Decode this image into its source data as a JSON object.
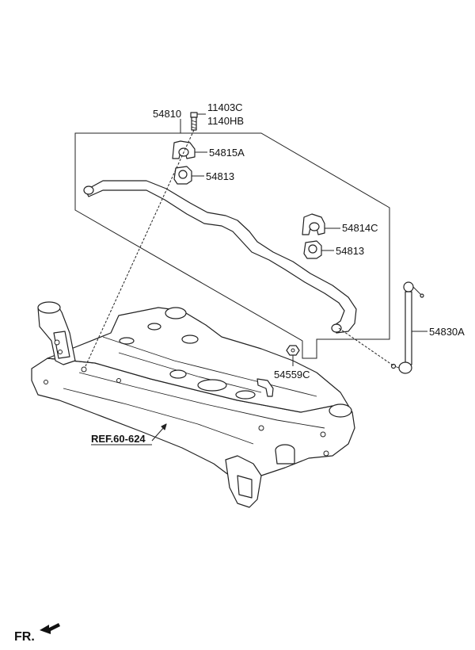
{
  "labels": {
    "p54810": "54810",
    "p11403c": "11403C",
    "p1140hb": "1140HB",
    "p54815a": "54815A",
    "p54813_top": "54813",
    "p54814c": "54814C",
    "p54813_right": "54813",
    "p54830a": "54830A",
    "p54559c": "54559C",
    "ref": "REF.60-624",
    "fr": "FR."
  }
}
